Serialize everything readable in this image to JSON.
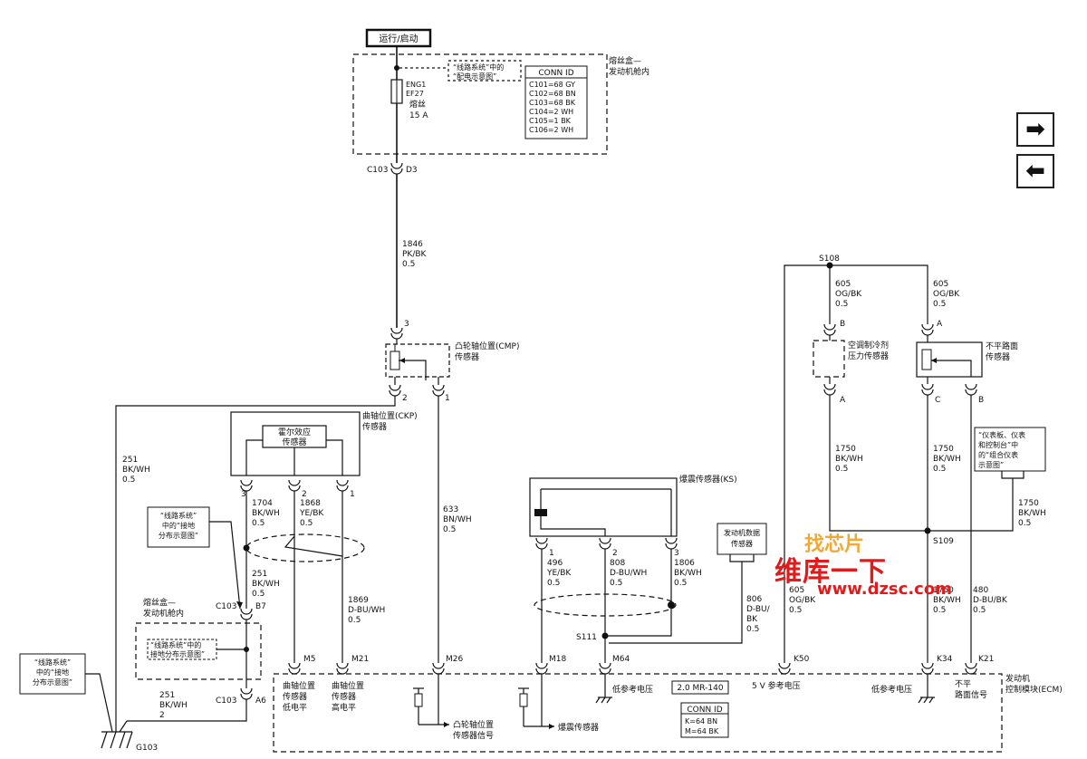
{
  "power": {
    "label": "运行/启动"
  },
  "fusebox_top": {
    "title1": "熔丝盒—",
    "title2": "发动机舱内",
    "ref1": "“线路系统”中的",
    "ref2": "“配电示意图”",
    "fuse_lines": [
      "ENG1",
      "EF27",
      "熔丝",
      "15 A"
    ]
  },
  "conn_table": {
    "header": "CONN ID",
    "rows": [
      "C101=68 GY",
      "C102=68 BN",
      "C103=68 BK",
      "C104=2 WH",
      "C105=1 BK",
      "C106=2 WH"
    ]
  },
  "conn_c103_d3": {
    "conn": "C103",
    "pin": "D3"
  },
  "wire_1846": [
    "1846",
    "PK/BK",
    "0.5"
  ],
  "cmp": {
    "name1": "凸轮轴位置(CMP)",
    "name2": "传感器",
    "pin_top": "3",
    "pin_left": "2",
    "pin_right": "1"
  },
  "ckp": {
    "name1": "曲轴位置(CKP)",
    "name2": "传感器",
    "inner1": "霍尔效应",
    "inner2": "传感器",
    "pins": [
      "3",
      "2",
      "1"
    ]
  },
  "wire_251_left": [
    "251",
    "BK/WH",
    "0.5"
  ],
  "wire_1704": [
    "1704",
    "BK/WH",
    "0.5"
  ],
  "wire_1868": [
    "1868",
    "YE/BK",
    "0.5"
  ],
  "wire_633": [
    "633",
    "BN/WH",
    "0.5"
  ],
  "ground_ref_left": [
    "“线路系统”",
    "中的“接地",
    "分布示意图”"
  ],
  "wire_251_mid": [
    "251",
    "BK/WH",
    "0.5"
  ],
  "wire_1869": [
    "1869",
    "D-BU/WH",
    "0.5"
  ],
  "conn_b7": {
    "conn": "C103",
    "pin": "B7"
  },
  "fusebox_bottom": {
    "title1": "熔丝盒—",
    "title2": "发动机舱内",
    "ref1": "“线路系统”中的",
    "ref2": "接地分布示意图”"
  },
  "ground_ref_bl": [
    "“线路系统”",
    "中的“接地",
    "分布示意图”"
  ],
  "wire_251_bottom": [
    "251",
    "BK/WH",
    "2"
  ],
  "conn_a6": {
    "conn": "C103",
    "pin": "A6"
  },
  "ground_g103": "G103",
  "ks": {
    "name": "爆震传感器(KS)",
    "pins": [
      "1",
      "2",
      "3"
    ]
  },
  "wire_496": [
    "496",
    "YE/BK",
    "0.5"
  ],
  "wire_808": [
    "808",
    "D-BU/WH",
    "0.5"
  ],
  "wire_1806": [
    "1806",
    "BK/WH",
    "0.5"
  ],
  "engine_data": [
    "发动机数据",
    "传感器"
  ],
  "wire_806": [
    "806",
    "D-BU/",
    "BK",
    "0.5"
  ],
  "splice_s111": "S111",
  "splice_s108": "S108",
  "splice_s109": "S109",
  "wire_605_a": [
    "605",
    "OG/BK",
    "0.5"
  ],
  "wire_605_b": [
    "605",
    "OG/BK",
    "0.5"
  ],
  "ac_sensor": {
    "name1": "空调制冷剂",
    "name2": "压力传感器",
    "pin_top": "B",
    "pin_bottom": "A"
  },
  "rough_sensor": {
    "name1": "不平路面",
    "name2": "传感器",
    "pin_top": "A",
    "pin_c": "C",
    "pin_b": "B"
  },
  "wire_1750_a": [
    "1750",
    "BK/WH",
    "0.5"
  ],
  "wire_1750_b": [
    "1750",
    "BK/WH",
    "0.5"
  ],
  "wire_1750_c": [
    "1750",
    "BK/WH",
    "0.5"
  ],
  "wire_1750_d": [
    "1750",
    "BK/WH",
    "0.5"
  ],
  "ip_ref": [
    "“仪表板、仪表",
    "和控制台”中",
    "的“组合仪表",
    "示意图”"
  ],
  "wire_605_c": [
    "605",
    "OG/BK",
    "0.5"
  ],
  "wire_480": [
    "480",
    "D-BU/BK",
    "0.5"
  ],
  "ecm": {
    "pins": [
      "M5",
      "M21",
      "M26",
      "M18",
      "M64",
      "K50",
      "K34",
      "K21"
    ],
    "label_m5": [
      "曲轴位置",
      "传感器",
      "低电平"
    ],
    "label_m21": [
      "曲轴位置",
      "传感器",
      "高电平"
    ],
    "label_cmp": [
      "凸轮轴位置",
      "传感器信号"
    ],
    "label_ks": "爆震传感器",
    "label_lowref1": "低参考电压",
    "label_5v": "5 V 参考电压",
    "label_lowref2": "低参考电压",
    "label_rough": [
      "不平",
      "路面信号"
    ],
    "title": [
      "发动机",
      "控制模块(ECM)"
    ],
    "model": "2.0 MR-140",
    "conn_header": "CONN ID",
    "conn_rows": [
      "K=64 BN",
      "M=64 BK"
    ]
  },
  "nav": {
    "next": "➡",
    "prev": "⬅"
  },
  "watermark": {
    "top": "找芯片",
    "main": "维库一下",
    "site": "www.dzsc.com"
  }
}
